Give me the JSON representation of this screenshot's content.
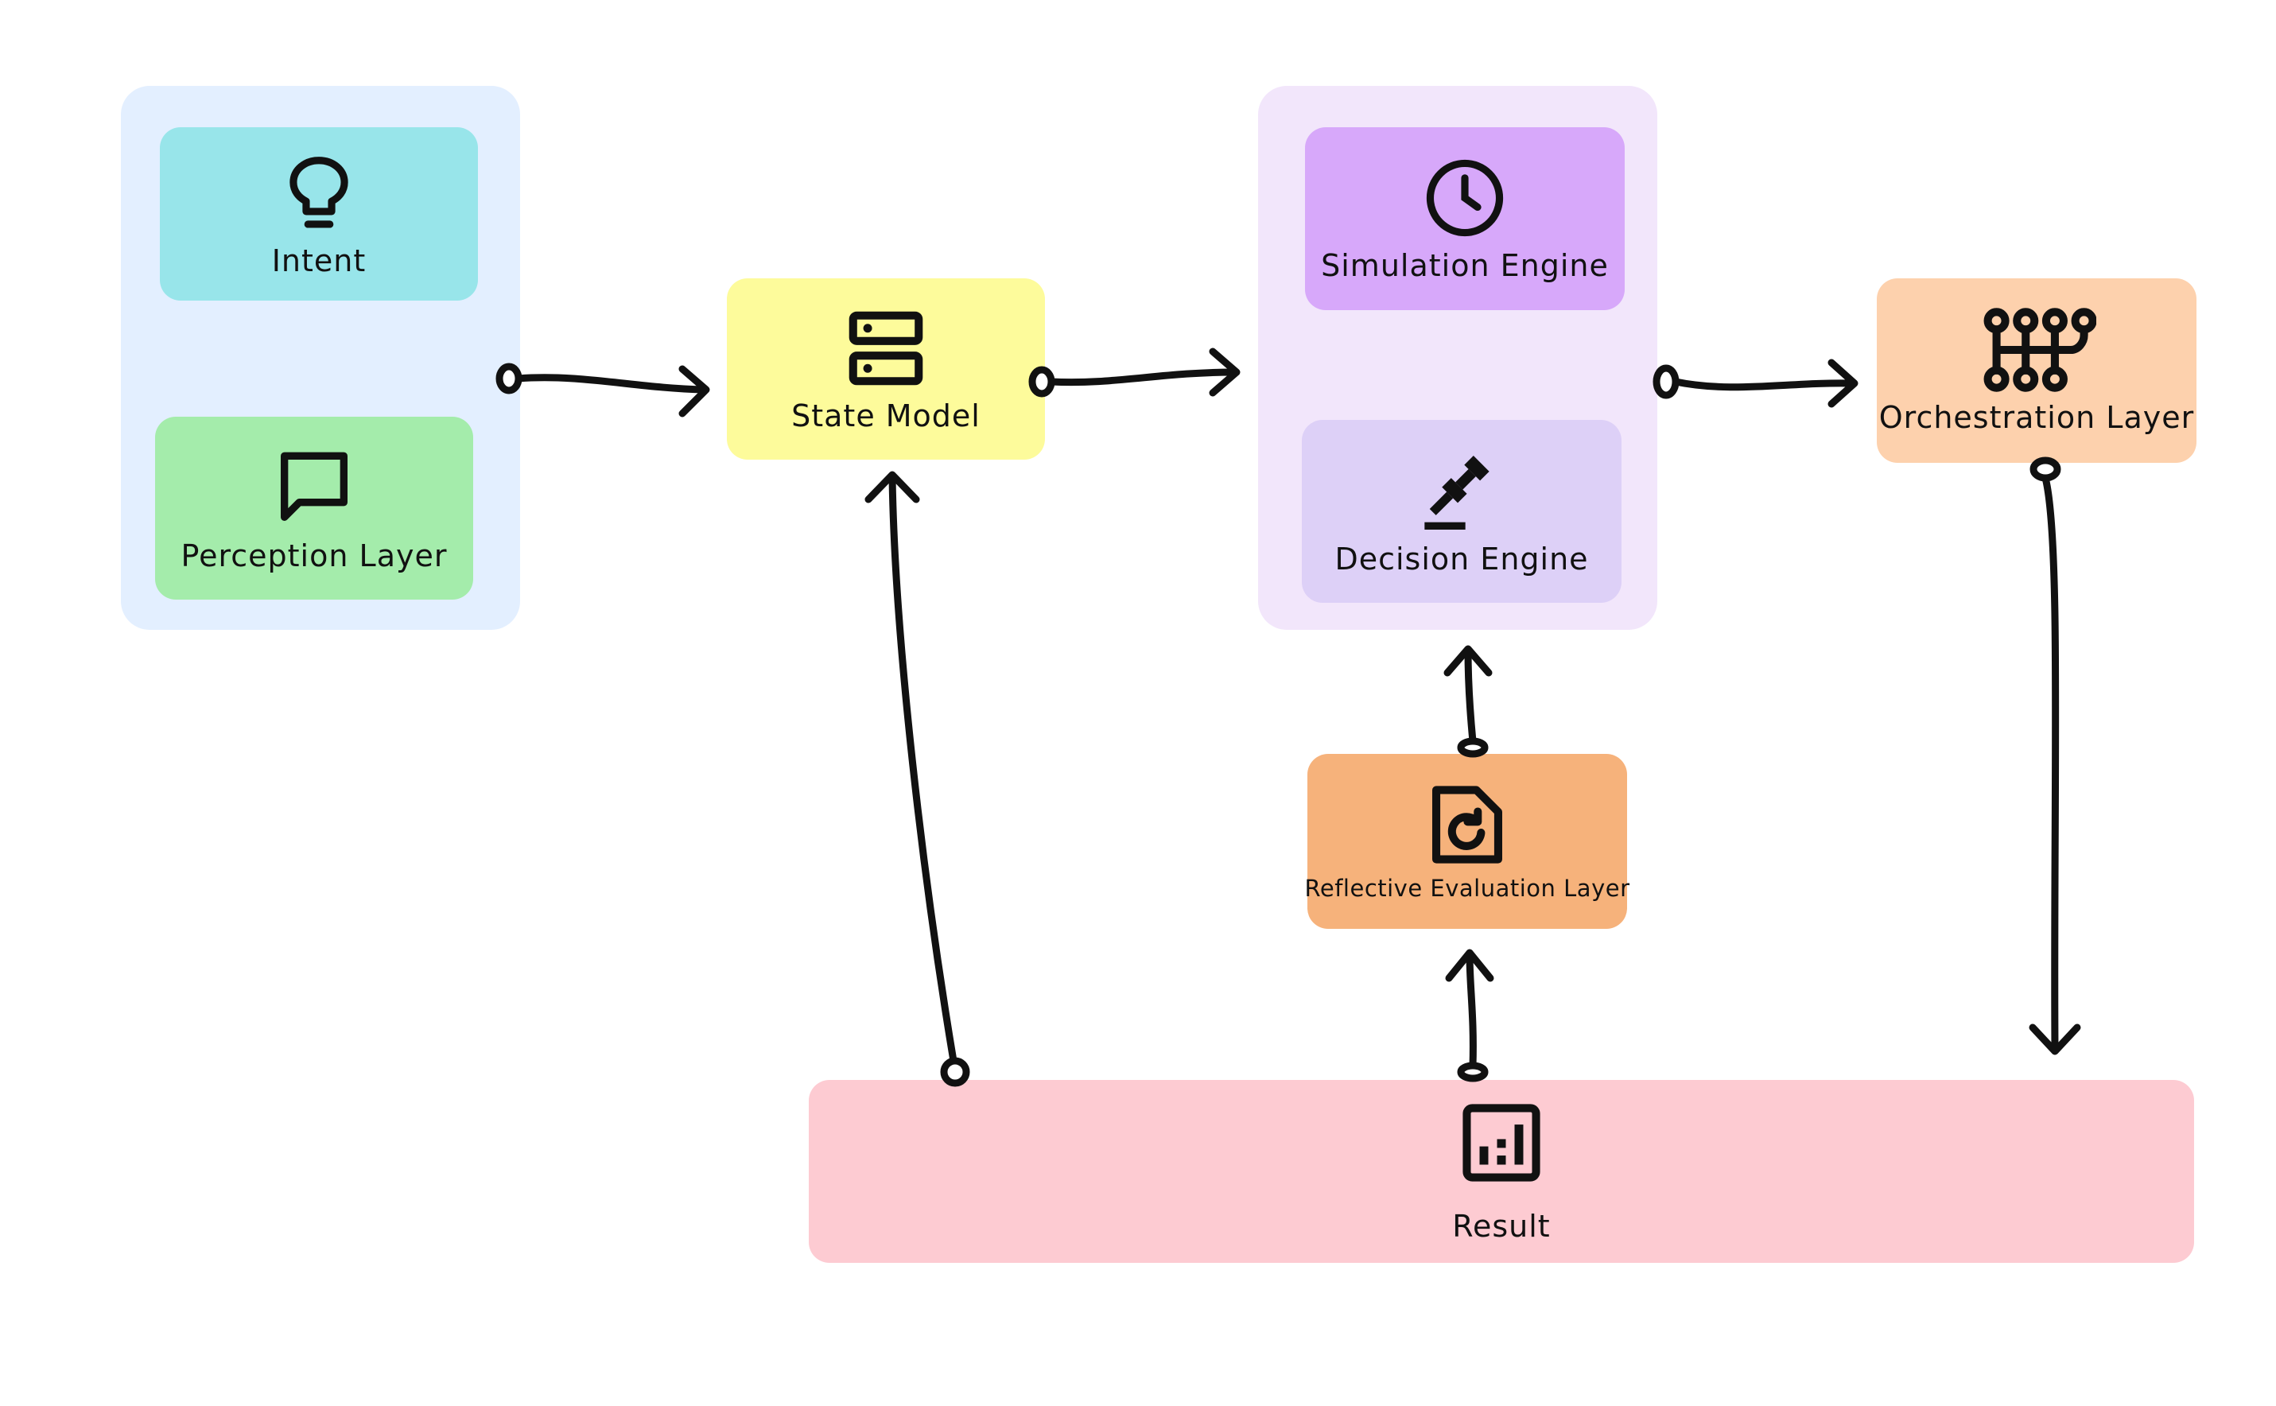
{
  "colors": {
    "group_left_bg": "#e3efff",
    "group_center_bg": "#f2e6fb",
    "intent": "#98e5ea",
    "perception": "#a4ecab",
    "state": "#fdfb9b",
    "simulation": "#d7a8fa",
    "decision": "#ddd0f7",
    "orchestration": "#fdd1ad",
    "reflective": "#f6b27b",
    "result": "#fdcbd2",
    "stroke": "#111111"
  },
  "nodes": {
    "intent": {
      "label": "Intent",
      "icon": "lightbulb-icon"
    },
    "perception": {
      "label": "Perception Layer",
      "icon": "chat-bubble-icon"
    },
    "state": {
      "label": "State Model",
      "icon": "server-icon"
    },
    "simulation": {
      "label": "Simulation Engine",
      "icon": "clock-icon"
    },
    "decision": {
      "label": "Decision Engine",
      "icon": "gavel-icon"
    },
    "orchestration": {
      "label": "Orchestration Layer",
      "icon": "command-key-icon"
    },
    "reflective": {
      "label": "Reflective Evaluation Layer",
      "icon": "document-refresh-icon"
    },
    "result": {
      "label": "Result",
      "icon": "bar-chart-icon"
    }
  },
  "edges": [
    {
      "from": "perception-group",
      "to": "state"
    },
    {
      "from": "state",
      "to": "engines-group"
    },
    {
      "from": "engines-group",
      "to": "orchestration"
    },
    {
      "from": "orchestration",
      "to": "result"
    },
    {
      "from": "result",
      "to": "state"
    },
    {
      "from": "result",
      "to": "reflective"
    },
    {
      "from": "reflective",
      "to": "engines-group"
    }
  ]
}
